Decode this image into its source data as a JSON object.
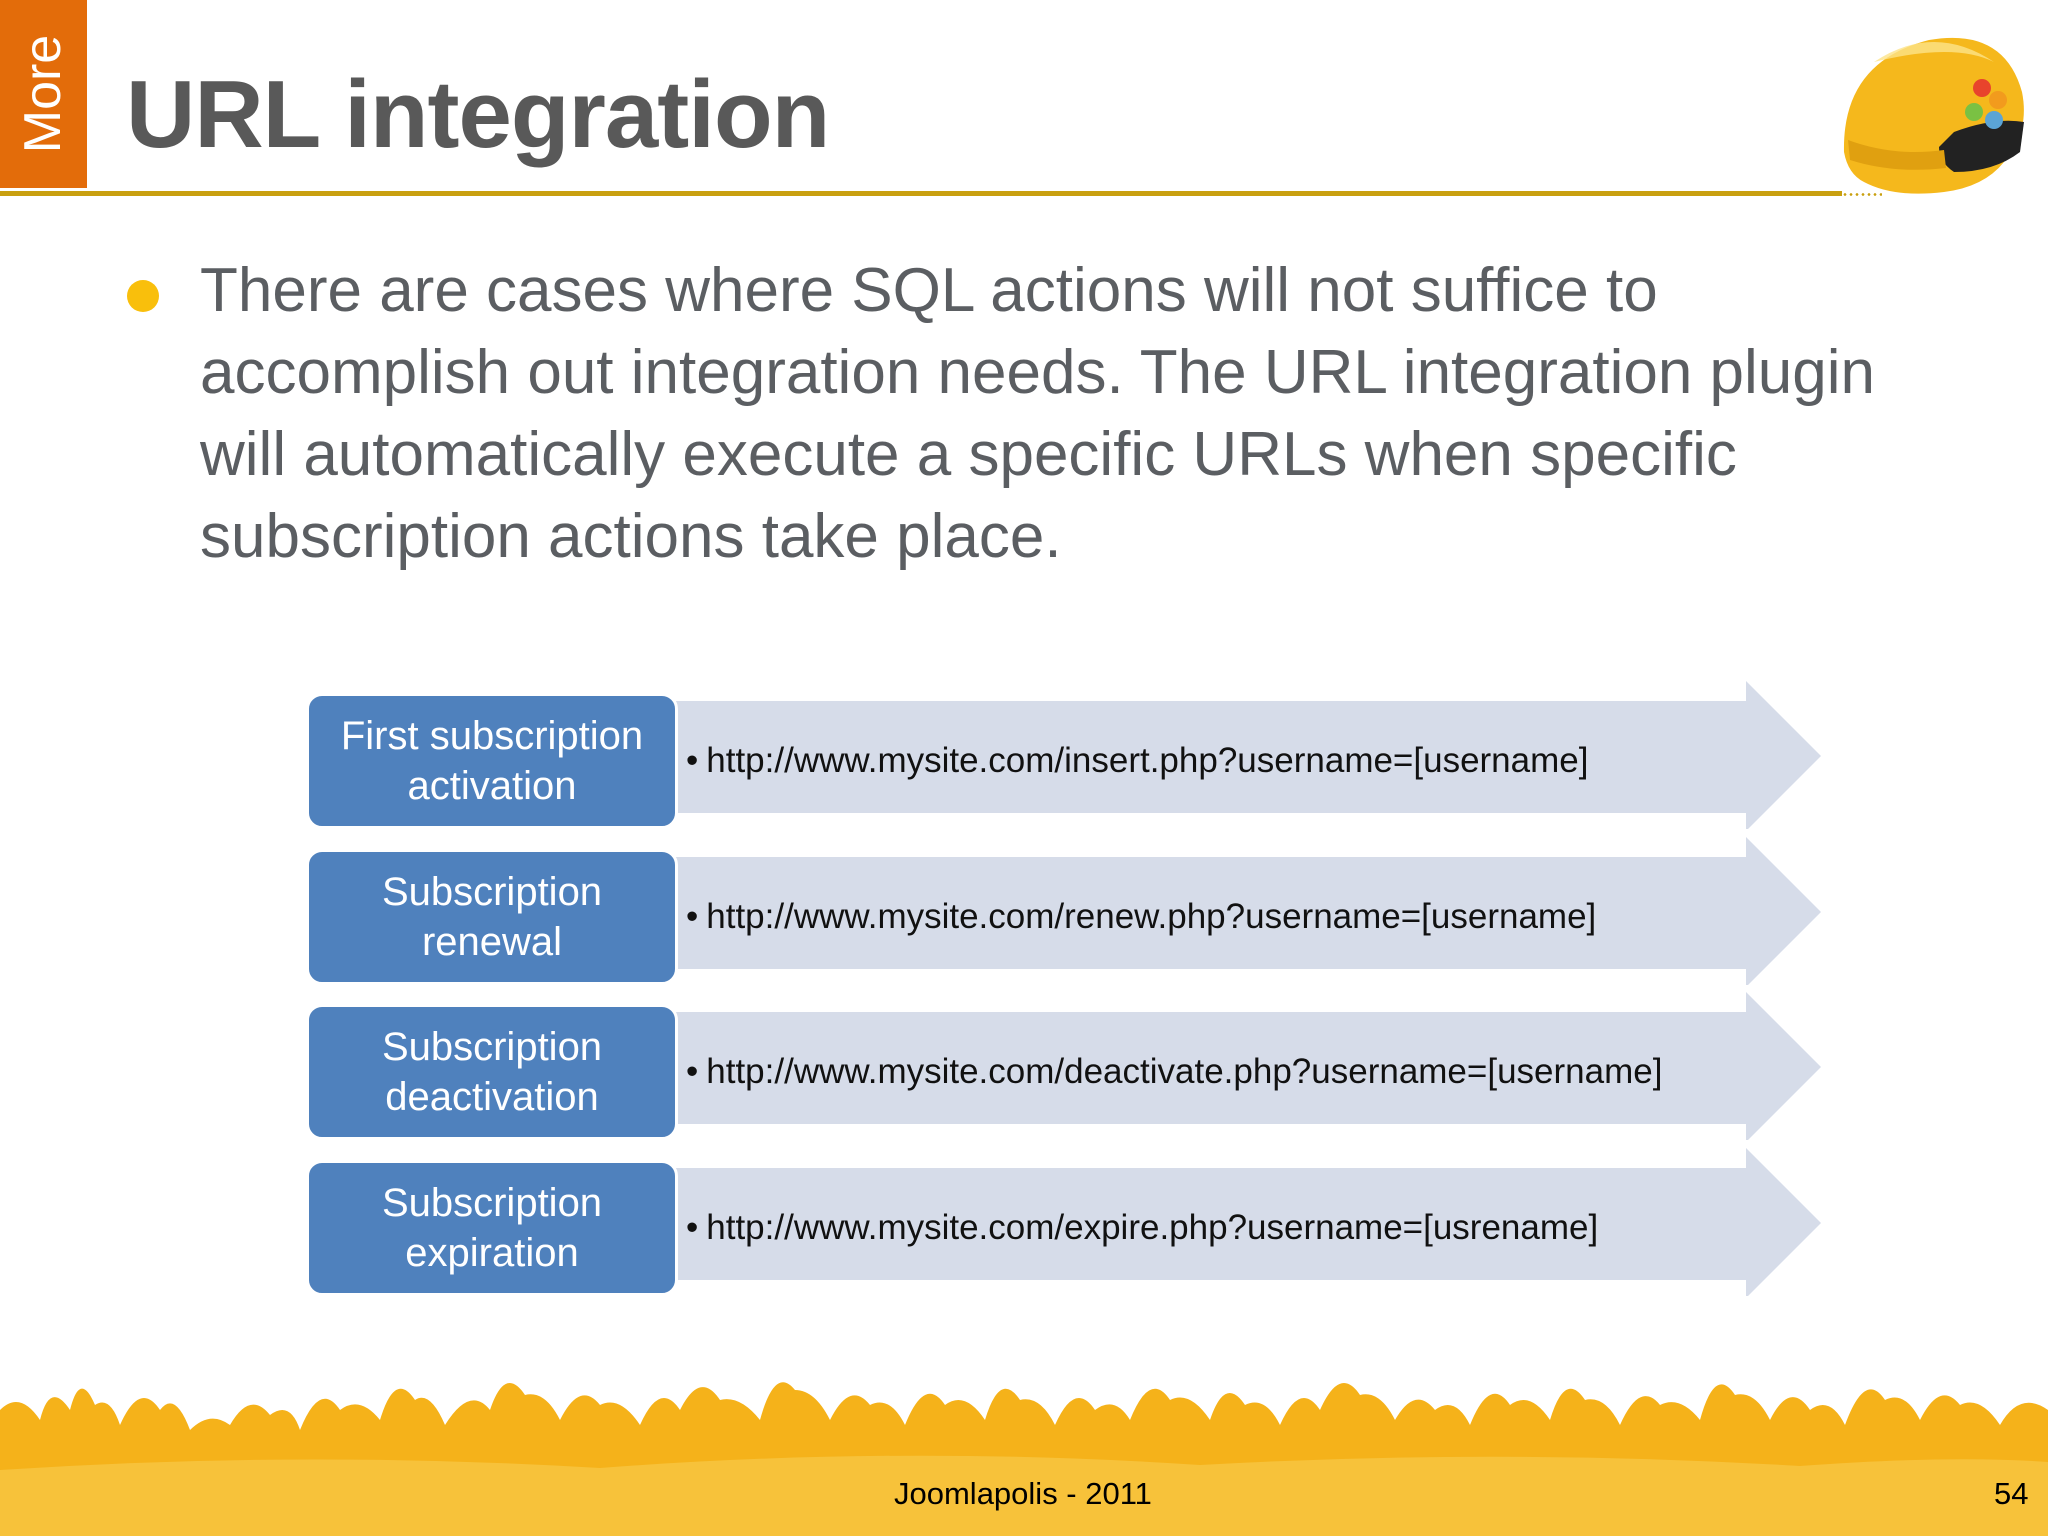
{
  "side_tab": {
    "label": "More"
  },
  "title": "URL integration",
  "bullet": "There are cases where SQL actions will not suffice to accomplish out integration needs. The URL integration plugin will automatically execute a specific URLs when specific subscription actions take place.",
  "diagram": {
    "rows": [
      {
        "label": "First subscription activation",
        "url": "http://www.mysite.com/insert.php?username=[username]"
      },
      {
        "label": "Subscription renewal",
        "url": "http://www.mysite.com/renew.php?username=[username]"
      },
      {
        "label": "Subscription deactivation",
        "url": "http://www.mysite.com/deactivate.php?username=[username]"
      },
      {
        "label": "Subscription expiration",
        "url": "http://www.mysite.com/expire.php?username=[usrename]"
      }
    ],
    "bullet_char": "•"
  },
  "footer": {
    "text": "Joomlapolis - 2011",
    "page": "54"
  },
  "colors": {
    "accent_orange": "#e36c0a",
    "rule_gold": "#c9a010",
    "bullet_yellow": "#f9bf0c",
    "box_blue": "#4f81bd",
    "arrow_fill": "#d6dce9",
    "crowd": "#f5b21a"
  }
}
